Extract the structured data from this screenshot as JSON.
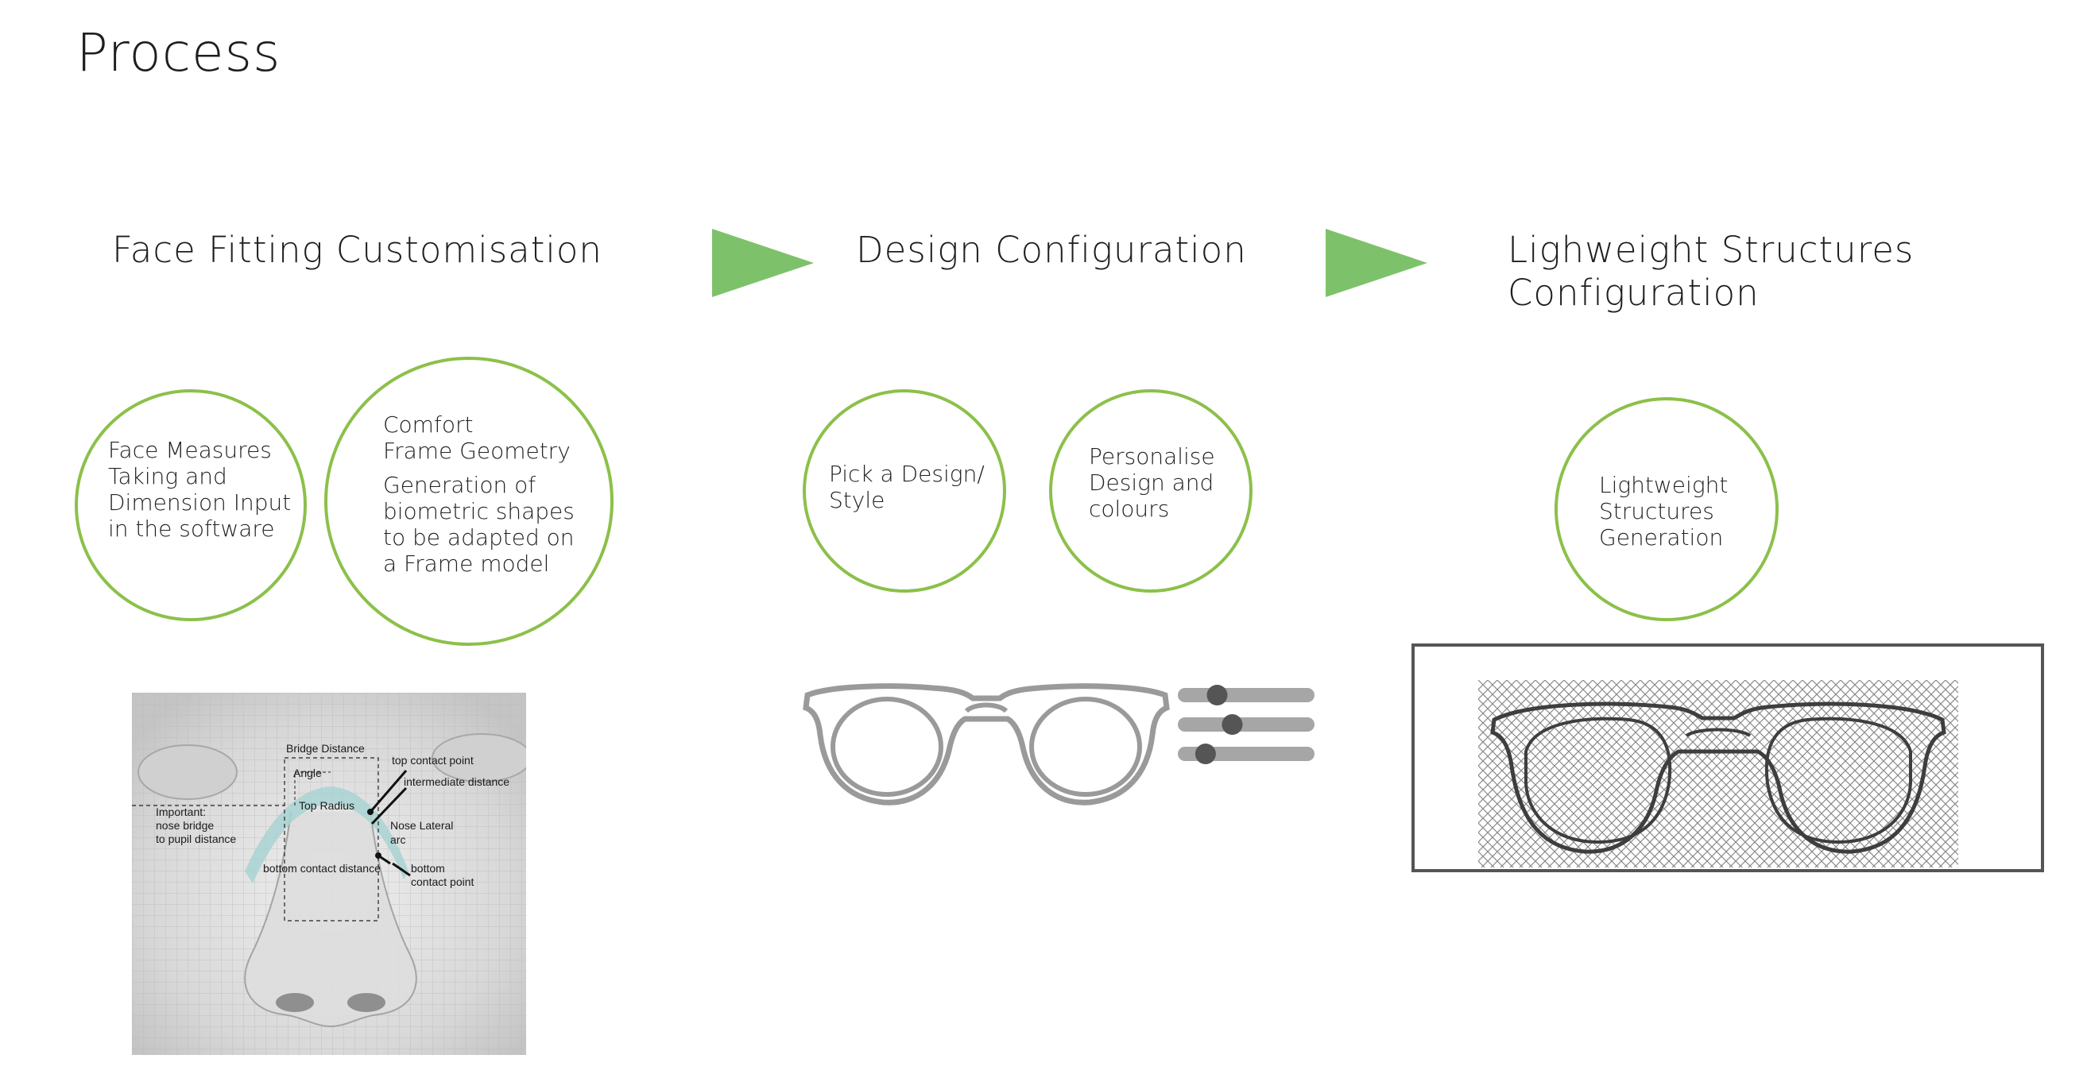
{
  "page": {
    "title": "Process"
  },
  "colors": {
    "accent": "#7dc26b",
    "circle": "#8cc04a",
    "frame": "#9a9a9a",
    "lattice_border": "#555555"
  },
  "stages": [
    {
      "title": "Face Fitting Customisation",
      "circles": [
        {
          "text": "Face Measures\nTaking and\nDimension Input\nin the software"
        },
        {
          "heading": "Comfort\nFrame Geometry",
          "text": "Generation of\nbiometric shapes\nto be adapted on\na Frame model"
        }
      ],
      "nose_labels": {
        "bridge_distance": "Bridge Distance",
        "angle": "Angle",
        "top_contact_point": "top contact point",
        "intermediate_distance": "intermediate distance",
        "top_radius": "Top Radius",
        "nose_lateral": "Nose Lateral",
        "arc": "arc",
        "important": "Important:",
        "nose_bridge": "nose bridge",
        "to_pupil_distance": "to pupil distance",
        "bottom_contact_distance": "bottom contact distance",
        "bottom": "bottom",
        "contact_point": "contact point"
      }
    },
    {
      "title": "Design Configuration",
      "circles": [
        {
          "text": "Pick a Design/\nStyle"
        },
        {
          "text": "Personalise\nDesign and\ncolours"
        }
      ]
    },
    {
      "title": "Lighweight Structures\nConfiguration",
      "circles": [
        {
          "text": "Lightweight\nStructures\nGeneration"
        }
      ]
    }
  ],
  "icons": {
    "arrow_1": "play-arrow-icon",
    "arrow_2": "play-arrow-icon",
    "glasses_outline": "glasses-icon",
    "sliders": "sliders-icon",
    "glasses_lattice": "glasses-lattice-icon",
    "nose_model": "nose-3d-model"
  },
  "sliders": {
    "levels": [
      0.25,
      0.38,
      0.15
    ]
  }
}
